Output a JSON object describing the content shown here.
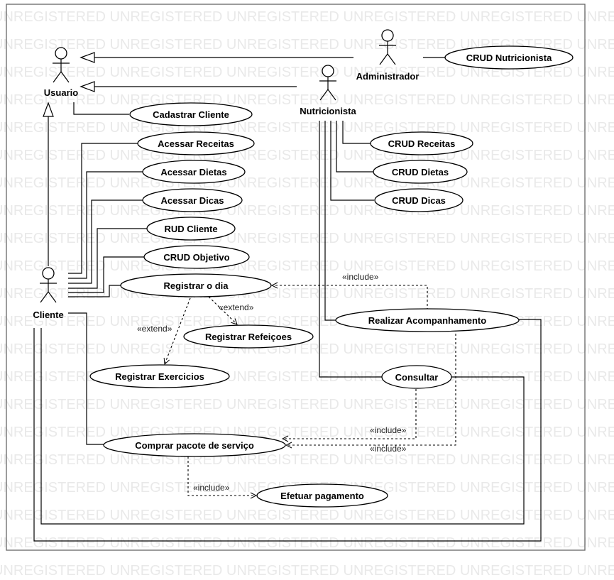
{
  "watermark": "UNREGISTERED",
  "actors": {
    "usuario": "Usuario",
    "administrador": "Administrador",
    "nutricionista": "Nutricionista",
    "cliente": "Cliente"
  },
  "use_cases": {
    "crud_nutricionista": "CRUD Nutricionista",
    "cadastrar_cliente": "Cadastrar Cliente",
    "acessar_receitas": "Acessar Receitas",
    "acessar_dietas": "Acessar Dietas",
    "acessar_dicas": "Acessar Dicas",
    "rud_cliente": "RUD Cliente",
    "crud_objetivo": "CRUD Objetivo",
    "registrar_dia": "Registrar o dia",
    "registrar_refeicoes": "Registrar Refeiçoes",
    "registrar_exercicios": "Registrar Exercicios",
    "crud_receitas": "CRUD Receitas",
    "crud_dietas": "CRUD Dietas",
    "crud_dicas": "CRUD Dicas",
    "realizar_acompanhamento": "Realizar Acompanhamento",
    "consultar": "Consultar",
    "comprar_pacote": "Comprar pacote de serviço",
    "efetuar_pagamento": "Efetuar pagamento"
  },
  "stereotypes": {
    "include_acompanhamento_dia": "«include»",
    "extend_refeicoes": "«extend»",
    "extend_exercicios": "«extend»",
    "include_consultar_pacote": "«include»",
    "include_acompanhamento_pacote": "«include»",
    "include_pagamento": "«include»"
  }
}
